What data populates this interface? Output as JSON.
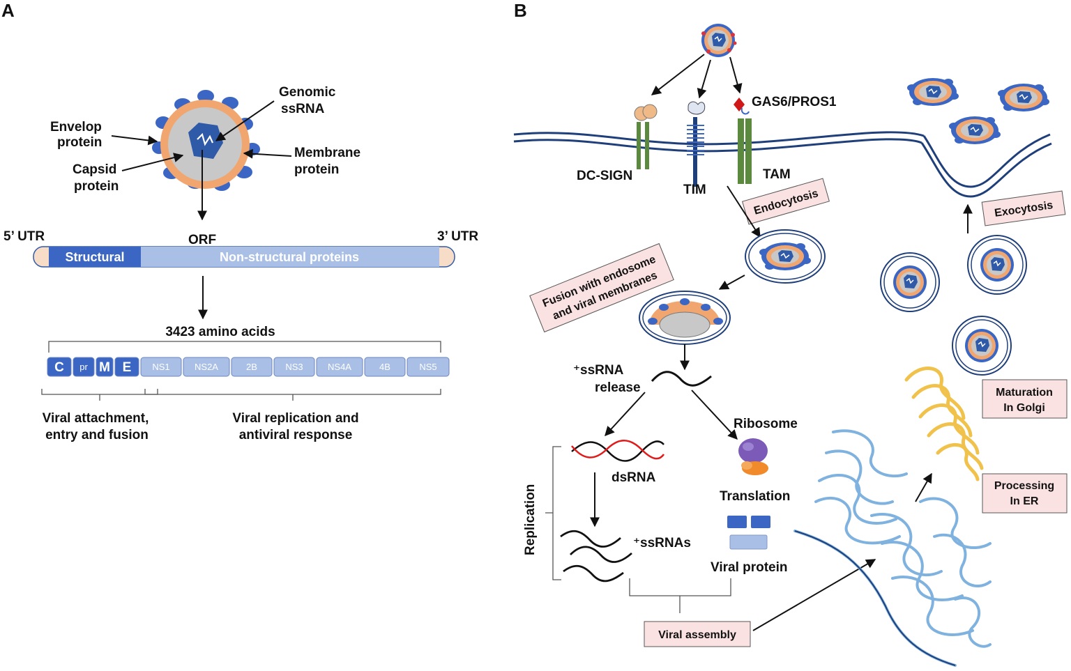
{
  "panel_a": {
    "letter": "A",
    "virion_labels": {
      "envelop": [
        "Envelop",
        "protein"
      ],
      "capsid": [
        "Capsid",
        "protein"
      ],
      "genomic": [
        "Genomic",
        "ssRNA"
      ],
      "membrane": [
        "Membrane",
        "protein"
      ]
    },
    "genome": {
      "utr5": "5’ UTR",
      "utr3": "3’ UTR",
      "orf": "ORF",
      "structural": "Structural",
      "nonstructural": "Non-structural proteins"
    },
    "polyprotein_label": "3423 amino acids",
    "proteins": [
      "C",
      "pr",
      "M",
      "E",
      "NS1",
      "NS2A",
      "2B",
      "NS3",
      "NS4A",
      "4B",
      "NS5"
    ],
    "group_labels": {
      "structural": [
        "Viral attachment,",
        "entry and fusion"
      ],
      "nonstructural": [
        "Viral replication and",
        "antiviral response"
      ]
    }
  },
  "panel_b": {
    "letter": "B",
    "receptors": {
      "dcsign": "DC-SIGN",
      "tim": "TIM",
      "tam": "TAM",
      "gas6": "GAS6/PROS1"
    },
    "boxes": {
      "endocytosis": "Endocytosis",
      "exocytosis": "Exocytosis",
      "fusion": [
        "Fusion with endosome",
        "and viral membranes"
      ],
      "maturation": [
        "Maturation",
        "In Golgi"
      ],
      "processing": [
        "Processing",
        "In ER"
      ],
      "assembly": "Viral assembly"
    },
    "labels": {
      "release": [
        "⁺ssRNA",
        "release"
      ],
      "ribosome": "Ribosome",
      "translation": "Translation",
      "dsrna": "dsRNA",
      "ssrnas": "⁺ssRNAs",
      "replication": "Replication",
      "viral_protein": "Viral protein"
    }
  },
  "colors": {
    "dark_blue": "#3b66c4",
    "light_blue": "#a9bfe6",
    "envelope_orange": "#f0a66e",
    "core_grey": "#c8c8c8",
    "membrane_navy": "#1f3f7a",
    "box_pink": "#fbe2e2",
    "golgi_yellow": "#f1c24b",
    "er_blue": "#7fb2df",
    "receptor_green": "#5b8a3e"
  }
}
